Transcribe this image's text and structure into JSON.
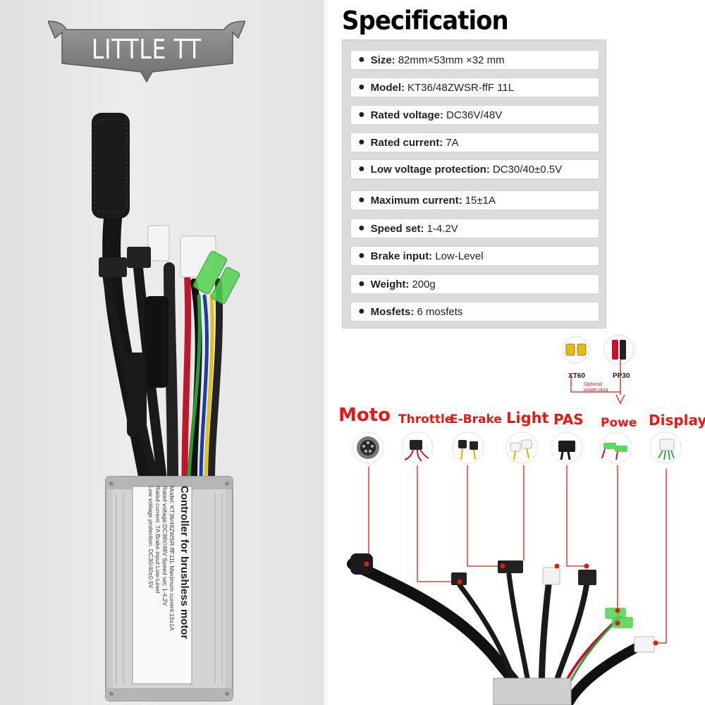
{
  "logo": {
    "text": "LITTLE TT"
  },
  "product_label": {
    "title": "Controller for brushless motor",
    "lines": [
      "Model: KT36/48ZWSR-ffF11L   Maximum current:15±1A",
      "Rated voltage:DC36V/48V   Speed set: 1-4.2V",
      "Rated current:  7A   Brake input:Low-Level",
      "Low voltage protection:  DC30/40±0.5V"
    ]
  },
  "specification": {
    "title": "Specification",
    "rows": [
      {
        "label": "Size:",
        "value": "82mm×53mm ×32 mm"
      },
      {
        "label": "Model:",
        "value": "KT36/48ZWSR-ffF 11L"
      },
      {
        "label": "Rated voltage:",
        "value": "DC36V/48V"
      },
      {
        "label": "Rated current:",
        "value": "7A"
      },
      {
        "label": "Low voltage protection:",
        "value": "DC30/40±0.5V"
      },
      {
        "label": "Maximum current:",
        "value": "15±1A"
      },
      {
        "label": "Speed set:",
        "value": "1-4.2V"
      },
      {
        "label": "Brake input:",
        "value": "Low-Level"
      },
      {
        "label": "Weight:",
        "value": "200g"
      },
      {
        "label": "Mosfets:",
        "value": "6  mosfets"
      }
    ]
  },
  "plugs": {
    "xt60": "XT60",
    "pp30": "PP30",
    "note": "Optional power plug"
  },
  "ports": [
    {
      "label": "Moto",
      "icon": "motor-connector-icon"
    },
    {
      "label": "Throttle",
      "icon": "throttle-connector-icon"
    },
    {
      "label": "E-Brake",
      "icon": "ebrake-connector-icon"
    },
    {
      "label": "Light",
      "icon": "light-connector-icon"
    },
    {
      "label": "PAS",
      "icon": "pas-connector-icon"
    },
    {
      "label": "Powe",
      "icon": "power-connector-icon"
    },
    {
      "label": "Display",
      "icon": "display-connector-icon"
    }
  ],
  "colors": {
    "accent_red": "#e51a14",
    "spec_box": "#dcdcdc",
    "controller_body": "#c9c9c9"
  }
}
